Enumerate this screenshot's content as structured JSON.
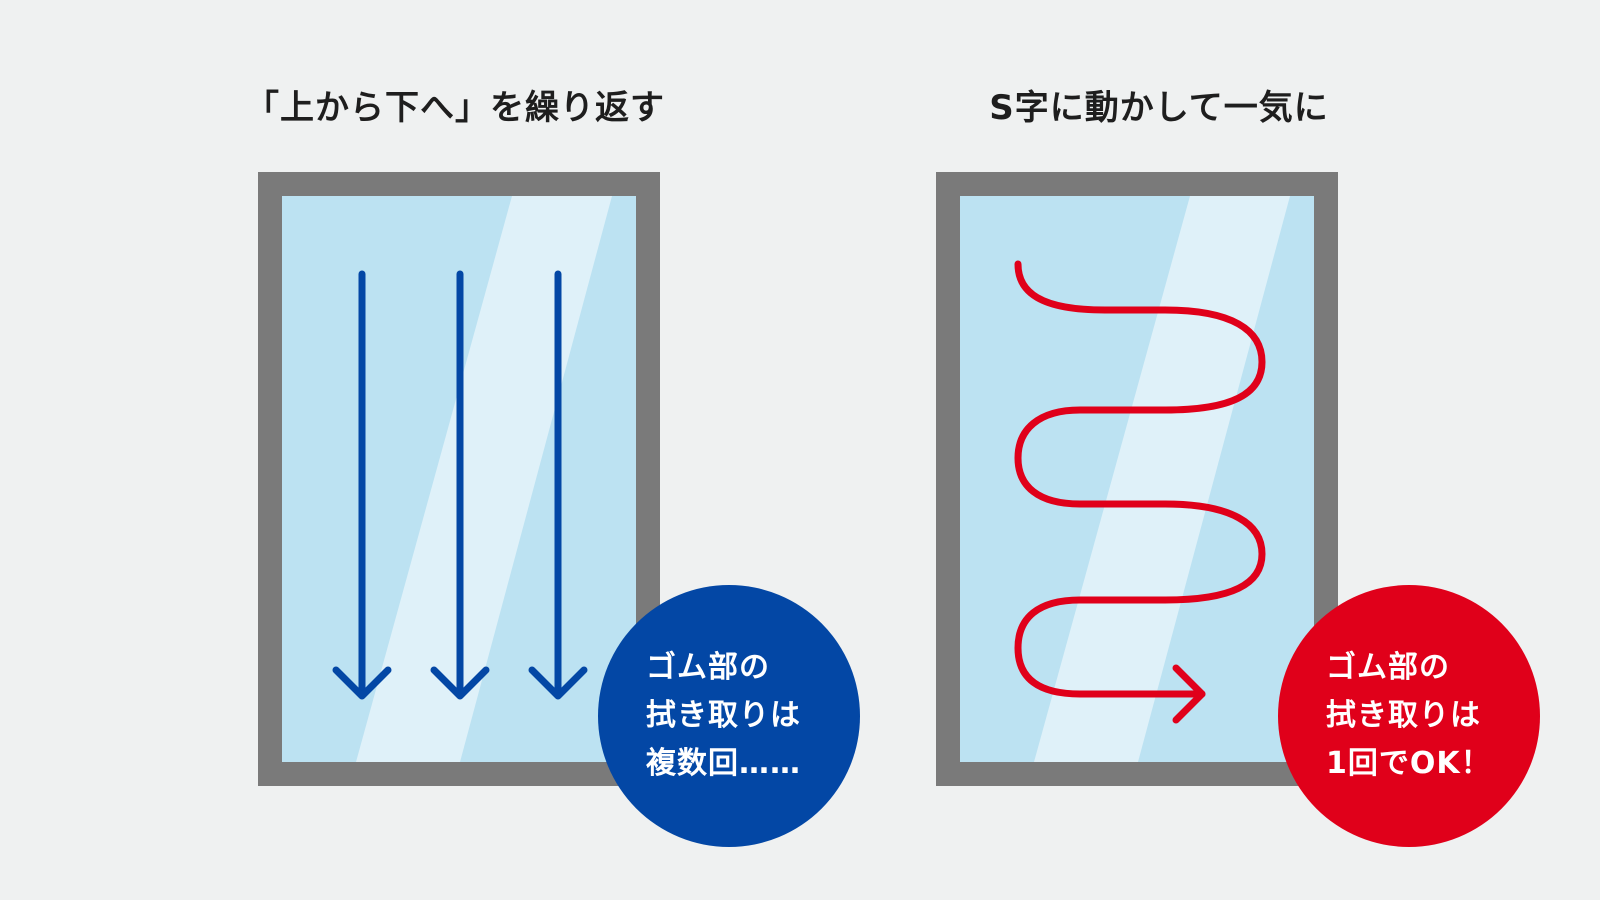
{
  "panels": {
    "left": {
      "title": "「上から下へ」を繰り返す",
      "bubble_lines": [
        "ゴム部の",
        "拭き取りは",
        "複数回……"
      ],
      "accent": "#0347a5"
    },
    "right": {
      "title": "S字に動かして一気に",
      "bubble_lines": [
        "ゴム部の",
        "拭き取りは",
        "1回でOK！"
      ],
      "accent": "#e0001a"
    }
  },
  "colors": {
    "background": "#eff1f1",
    "frame": "#7a7a7a",
    "glass": "#bce2f2",
    "glass_highlight": "#dff1f9"
  },
  "icons": {
    "down_arrow": "arrow-down-icon",
    "s_curve": "s-curve-arrow-icon"
  }
}
